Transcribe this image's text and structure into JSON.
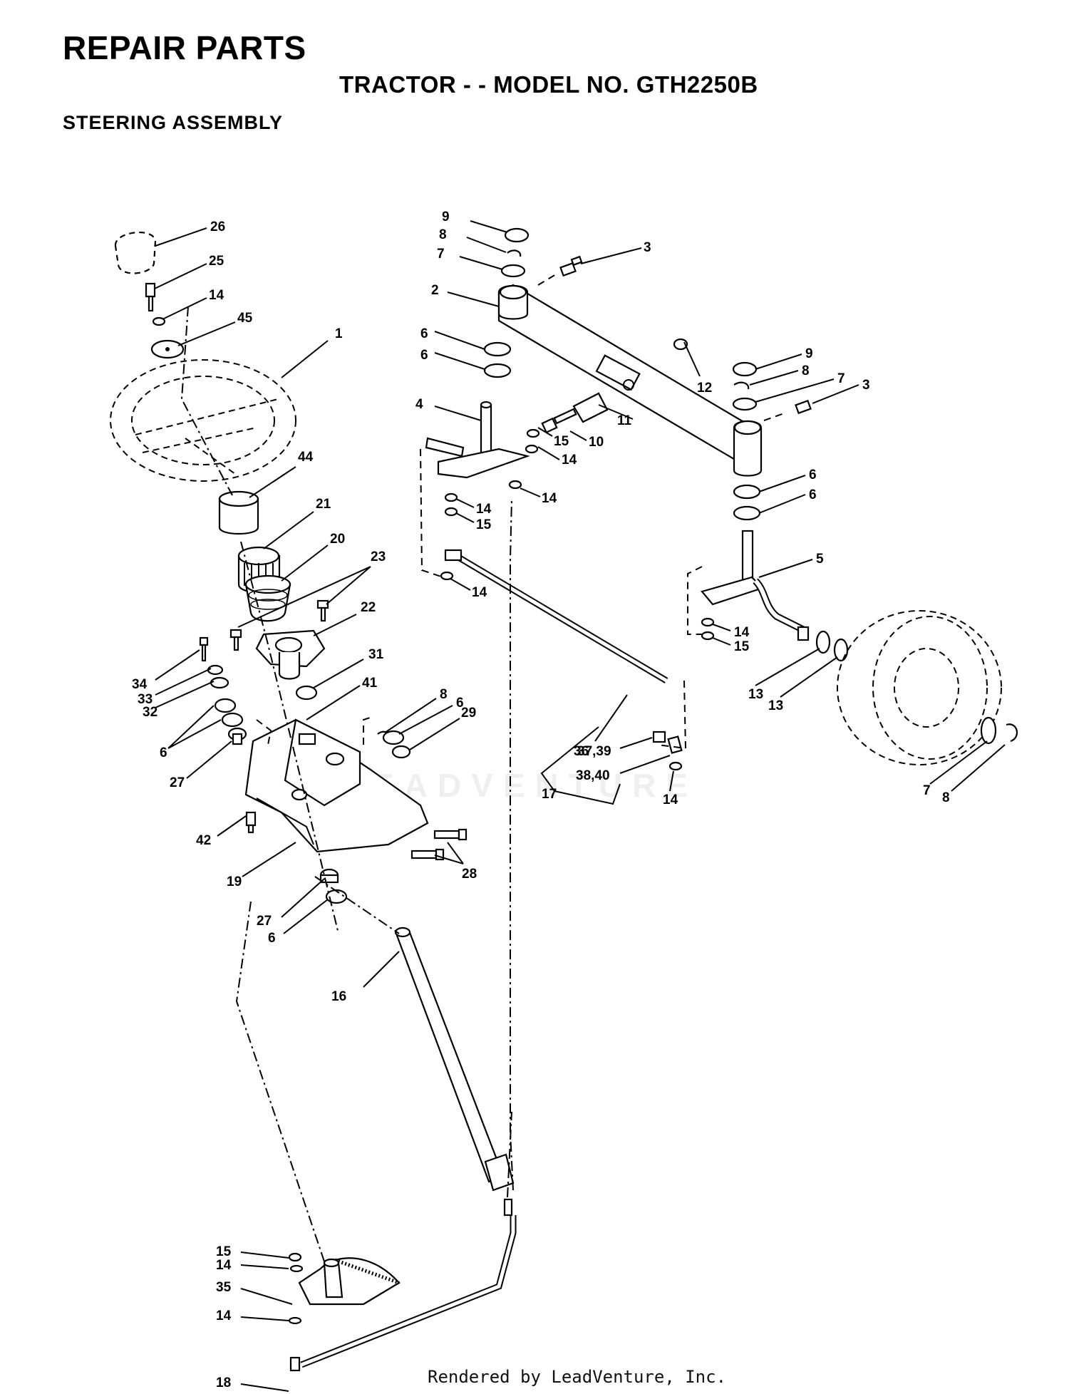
{
  "header": {
    "title": "REPAIR PARTS",
    "subtitle": "TRACTOR - - MODEL NO. GTH2250B",
    "section": "STEERING ASSEMBLY"
  },
  "footer": {
    "credit": "Rendered by LeadVenture, Inc."
  },
  "watermark": {
    "text": "LEADVENTURE"
  },
  "callouts": [
    {
      "id": "c26",
      "text": "26"
    },
    {
      "id": "c25",
      "text": "25"
    },
    {
      "id": "c14a",
      "text": "14"
    },
    {
      "id": "c45",
      "text": "45"
    },
    {
      "id": "c1",
      "text": "1"
    },
    {
      "id": "c44",
      "text": "44"
    },
    {
      "id": "c21",
      "text": "21"
    },
    {
      "id": "c20",
      "text": "20"
    },
    {
      "id": "c23",
      "text": "23"
    },
    {
      "id": "c22",
      "text": "22"
    },
    {
      "id": "c34",
      "text": "34"
    },
    {
      "id": "c33",
      "text": "33"
    },
    {
      "id": "c32",
      "text": "32"
    },
    {
      "id": "c6a",
      "text": "6"
    },
    {
      "id": "c27a",
      "text": "27"
    },
    {
      "id": "c31",
      "text": "31"
    },
    {
      "id": "c41",
      "text": "41"
    },
    {
      "id": "c8a",
      "text": "8"
    },
    {
      "id": "c6b",
      "text": "6"
    },
    {
      "id": "c29",
      "text": "29"
    },
    {
      "id": "c42",
      "text": "42"
    },
    {
      "id": "c19",
      "text": "19"
    },
    {
      "id": "c28",
      "text": "28"
    },
    {
      "id": "c27b",
      "text": "27"
    },
    {
      "id": "c6c",
      "text": "6"
    },
    {
      "id": "c16",
      "text": "16"
    },
    {
      "id": "c9a",
      "text": "9"
    },
    {
      "id": "c8b",
      "text": "8"
    },
    {
      "id": "c7a",
      "text": "7"
    },
    {
      "id": "c3a",
      "text": "3"
    },
    {
      "id": "c2",
      "text": "2"
    },
    {
      "id": "c6d",
      "text": "6"
    },
    {
      "id": "c6e",
      "text": "6"
    },
    {
      "id": "c4",
      "text": "4"
    },
    {
      "id": "c12",
      "text": "12"
    },
    {
      "id": "c9b",
      "text": "9"
    },
    {
      "id": "c8c",
      "text": "8"
    },
    {
      "id": "c7b",
      "text": "7"
    },
    {
      "id": "c3b",
      "text": "3"
    },
    {
      "id": "c11",
      "text": "11"
    },
    {
      "id": "c15a",
      "text": "15"
    },
    {
      "id": "c10",
      "text": "10"
    },
    {
      "id": "c14b",
      "text": "14"
    },
    {
      "id": "c14c",
      "text": "14"
    },
    {
      "id": "c14d",
      "text": "14"
    },
    {
      "id": "c15b",
      "text": "15"
    },
    {
      "id": "c6f",
      "text": "6"
    },
    {
      "id": "c6g",
      "text": "6"
    },
    {
      "id": "c5",
      "text": "5"
    },
    {
      "id": "c14e",
      "text": "14"
    },
    {
      "id": "c14f",
      "text": "14"
    },
    {
      "id": "c15c",
      "text": "15"
    },
    {
      "id": "c13a",
      "text": "13"
    },
    {
      "id": "c13b",
      "text": "13"
    },
    {
      "id": "c36",
      "text": "36"
    },
    {
      "id": "c3739",
      "text": "37,39"
    },
    {
      "id": "c3840",
      "text": "38,40"
    },
    {
      "id": "c17",
      "text": "17"
    },
    {
      "id": "c14g",
      "text": "14"
    },
    {
      "id": "c7c",
      "text": "7"
    },
    {
      "id": "c8d",
      "text": "8"
    },
    {
      "id": "c15d",
      "text": "15"
    },
    {
      "id": "c14h",
      "text": "14"
    },
    {
      "id": "c35",
      "text": "35"
    },
    {
      "id": "c14i",
      "text": "14"
    },
    {
      "id": "c18",
      "text": "18"
    }
  ]
}
